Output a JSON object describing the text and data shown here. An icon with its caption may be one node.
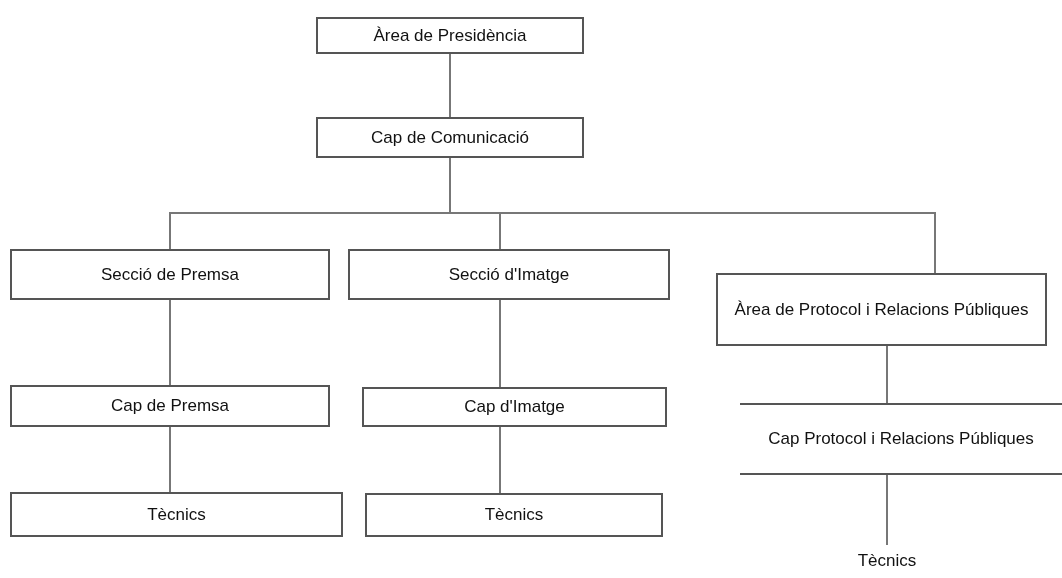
{
  "diagram": {
    "nodes": [
      {
        "text": [
          "Àrea de Presidència"
        ]
      },
      {
        "text": [
          "Cap de Comunicació"
        ]
      },
      {
        "text": [
          "Secció de Premsa"
        ]
      },
      {
        "text": [
          "Secció d'Imatge"
        ]
      },
      {
        "text": [
          "Àrea de Protocol i Relacions Públiques"
        ]
      },
      {
        "text": [
          "Cap de Premsa"
        ]
      },
      {
        "text": [
          "Cap d'Imatge"
        ]
      },
      {
        "text": [
          "Cap Protocol i Relacions Públiques"
        ]
      },
      {
        "text": [
          "Tècnics"
        ]
      },
      {
        "text": [
          "Tècnics"
        ]
      },
      {
        "text": [
          "Tècnics"
        ]
      }
    ],
    "edges": [
      {
        "from": 0,
        "to": 1,
        "arrow": "none"
      },
      {
        "from": 1,
        "to": 2,
        "arrow": "none"
      },
      {
        "from": 1,
        "to": 3,
        "arrow": "none"
      },
      {
        "from": 1,
        "to": 4,
        "arrow": "none"
      },
      {
        "from": 2,
        "to": 5,
        "arrow": "none"
      },
      {
        "from": 5,
        "to": 8,
        "arrow": "none"
      },
      {
        "from": 3,
        "to": 6,
        "arrow": "none"
      },
      {
        "from": 6,
        "to": 9,
        "arrow": "none"
      },
      {
        "from": 4,
        "to": 7,
        "arrow": "none"
      },
      {
        "from": 7,
        "to": 10,
        "arrow": "none"
      }
    ]
  }
}
